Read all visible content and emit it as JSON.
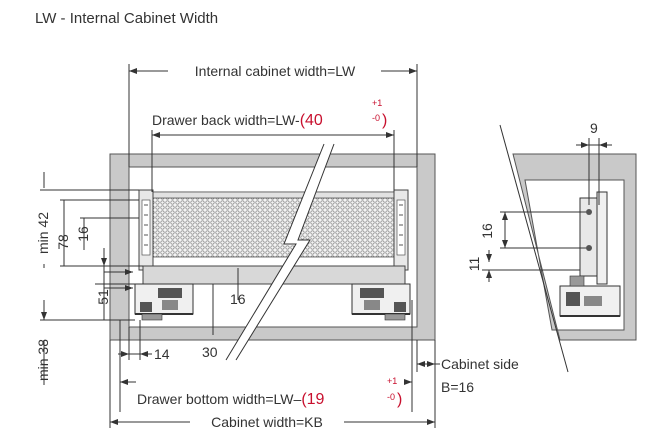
{
  "page_title": "LW - Internal Cabinet Width",
  "labels": {
    "internal_width": "Internal cabinet width=LW",
    "drawer_back_prefix": "Drawer back width=LW-",
    "drawer_back_open": "(",
    "drawer_back_value": "40",
    "drawer_back_tol_plus": "+1",
    "drawer_back_tol_minus": "-0",
    "drawer_back_close": ")",
    "drawer_bottom_prefix": "Drawer bottom width=LW–",
    "drawer_bottom_open": "(",
    "drawer_bottom_value": "19",
    "drawer_bottom_tol_plus": "+1",
    "drawer_bottom_tol_minus": "-0",
    "drawer_bottom_close": ")",
    "cabinet_width": "Cabinet width=KB",
    "cabinet_side": "Cabinet side",
    "b_value": "B=16"
  },
  "dimensions": {
    "min42": "min 42",
    "d78": "78",
    "d16_left": "16",
    "d51": "51",
    "min38": "min 38",
    "d16_mid": "16",
    "d14": "14",
    "d30": "30",
    "d9": "9",
    "d16_right": "16",
    "d11": "11"
  },
  "colors": {
    "panel": "#c9c9c9",
    "line": "#333333",
    "accent": "#c8102e"
  }
}
